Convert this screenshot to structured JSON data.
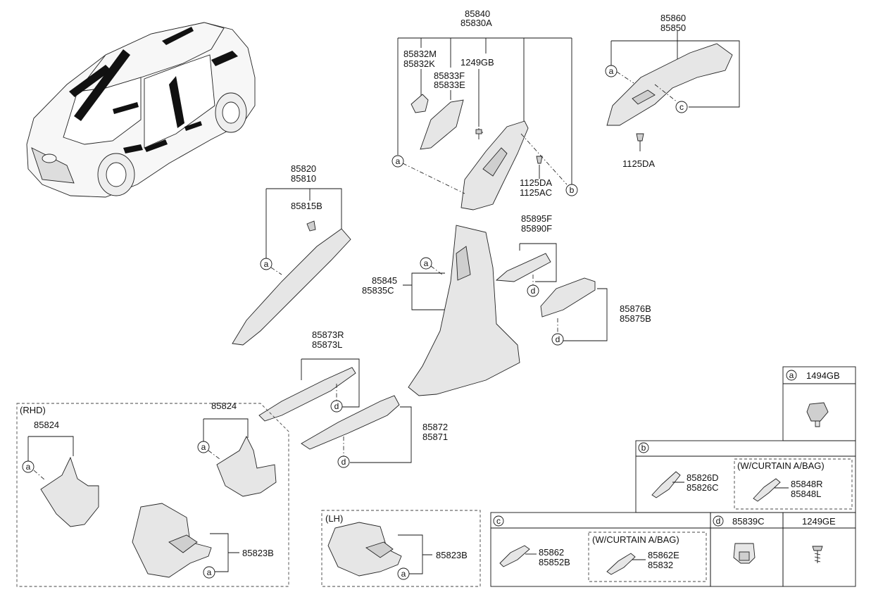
{
  "labels": {
    "p85840": "85840",
    "p85830a": "85830A",
    "p85832m": "85832M",
    "p85832k": "85832K",
    "p1249gb": "1249GB",
    "p85833f": "85833F",
    "p85833e": "85833E",
    "p1125da_top": "1125DA",
    "p1125ac": "1125AC",
    "p85860": "85860",
    "p85850": "85850",
    "p1125da_right": "1125DA",
    "p85820": "85820",
    "p85810": "85810",
    "p85815b": "85815B",
    "p85895f": "85895F",
    "p85890f": "85890F",
    "p85845": "85845",
    "p85835c": "85835C",
    "p85876b": "85876B",
    "p85875b": "85875B",
    "p85873r": "85873R",
    "p85873l": "85873L",
    "p85824_mid": "85824",
    "p85872": "85872",
    "p85871": "85871",
    "rhd": "(RHD)",
    "p85824_rhd": "85824",
    "p85823b_rhd": "85823B",
    "lh": "(LH)",
    "p85823b_lh": "85823B"
  },
  "callouts": {
    "a": "a",
    "b": "b",
    "c": "c",
    "d": "d"
  },
  "legend": {
    "a_part": "1494GB",
    "b_part1_top": "85826D",
    "b_part1_bot": "85826C",
    "b_option": "(W/CURTAIN A/BAG)",
    "b_part2_top": "85848R",
    "b_part2_bot": "85848L",
    "c_part1_top": "85862",
    "c_part1_bot": "85852B",
    "c_option": "(W/CURTAIN A/BAG)",
    "c_part2_top": "85862E",
    "c_part2_bot": "85832",
    "d_part": "85839C",
    "e_part": "1249GE"
  }
}
